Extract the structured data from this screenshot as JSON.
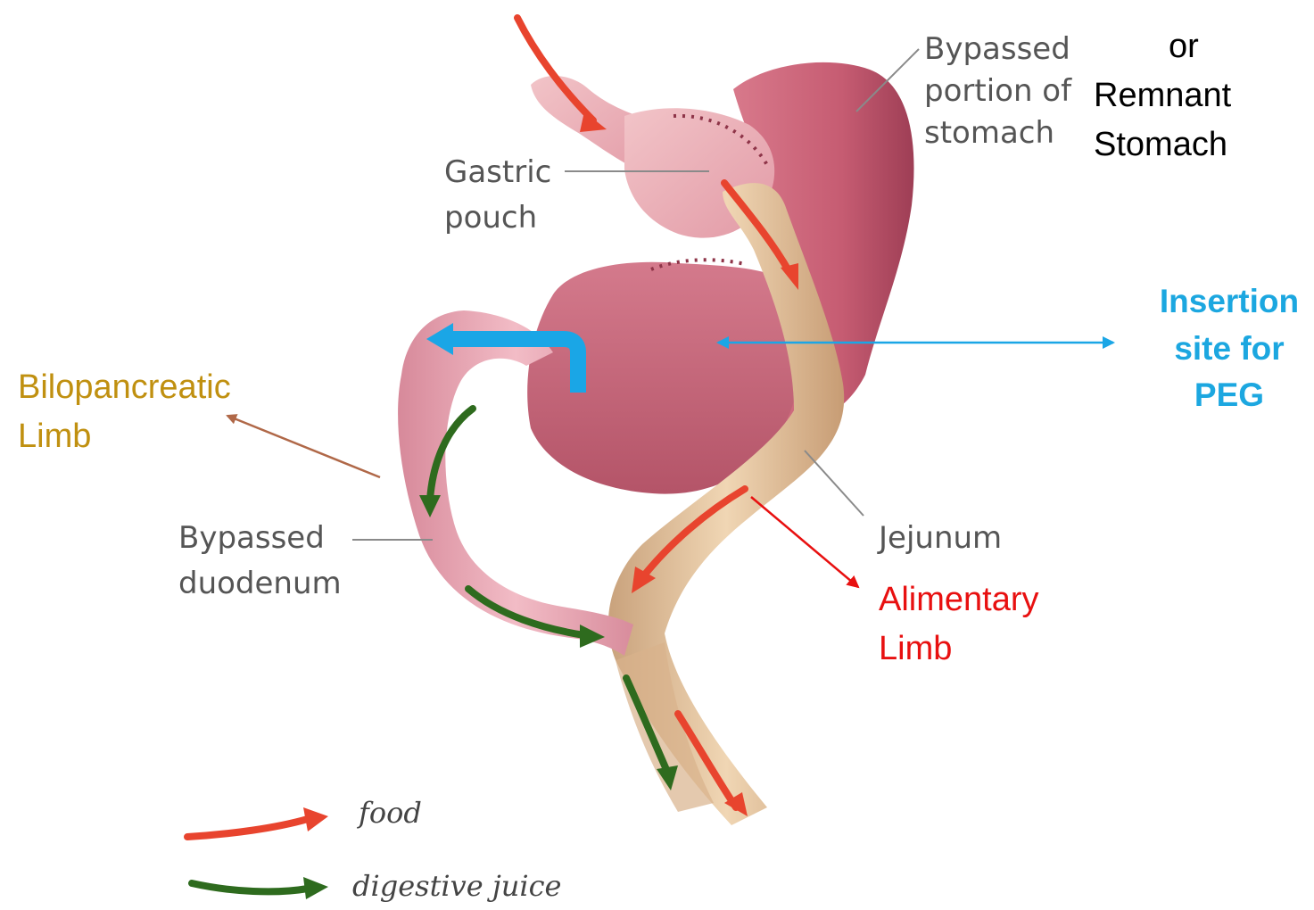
{
  "labels": {
    "bypassed_portion": [
      "Bypassed",
      "portion of",
      "stomach"
    ],
    "remnant_alt": [
      "or",
      "Remnant",
      "Stomach"
    ],
    "gastric_pouch": [
      "Gastric",
      "pouch"
    ],
    "insertion_site": [
      "Insertion",
      "site for",
      "PEG"
    ],
    "bilopancreatic_limb": [
      "Bilopancreatic",
      "Limb"
    ],
    "bypassed_duodenum": [
      "Bypassed",
      "duodenum"
    ],
    "jejunum": "Jejunum",
    "alimentary_limb": [
      "Alimentary",
      "Limb"
    ]
  },
  "legend": {
    "food": "food",
    "digestive_juice": "digestive juice"
  },
  "colors": {
    "food_arrow": "#e8442e",
    "juice_arrow": "#2e6b1e",
    "peg_arrow": "#1aa6e6",
    "bilopancreatic_text": "#c09010",
    "bilopancreatic_arrow": "#b06848",
    "alimentary_text": "#e81010",
    "alimentary_arrow": "#e81010",
    "insertion_text": "#1ca7e0",
    "stomach_remnant": "#c25a6e",
    "gastric_pouch": "#e8a8b0",
    "jejunum": "#e2c29c",
    "duodenum": "#e8a2b0"
  },
  "icons": [
    "food-arrow-icon",
    "digestive-juice-arrow-icon",
    "peg-redirect-arrow-icon"
  ]
}
